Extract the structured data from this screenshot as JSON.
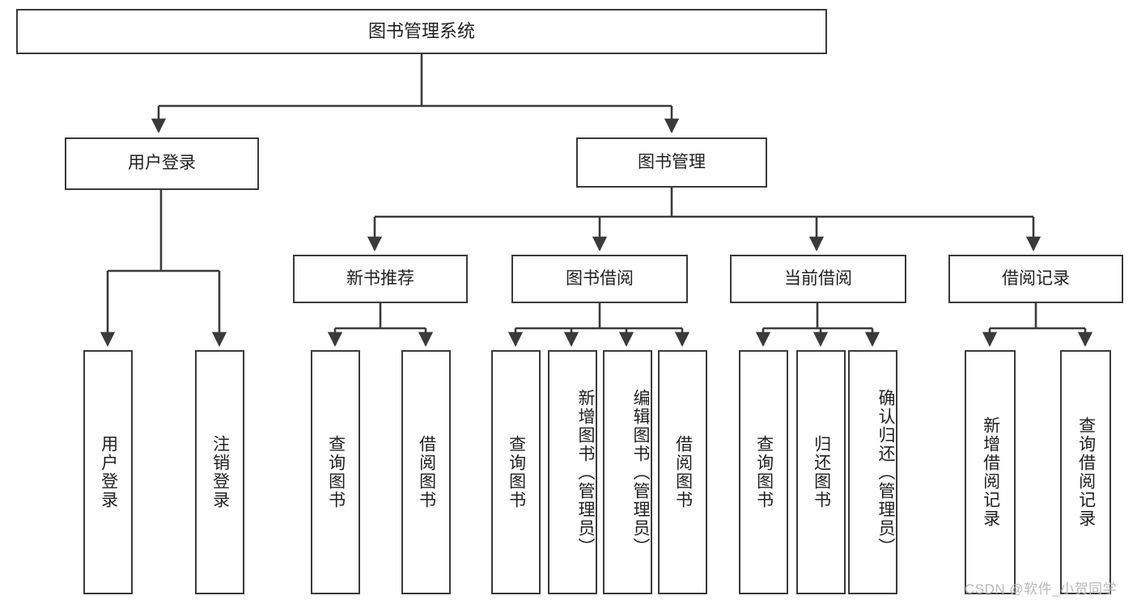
{
  "diagram": {
    "title": "图书管理系统",
    "type": "tree",
    "root": {
      "label": "图书管理系统"
    },
    "level1": [
      {
        "label": "用户登录"
      },
      {
        "label": "图书管理"
      }
    ],
    "level2": [
      {
        "label": "新书推荐"
      },
      {
        "label": "图书借阅"
      },
      {
        "label": "当前借阅"
      },
      {
        "label": "借阅记录"
      }
    ],
    "leaves": {
      "user_login": [
        {
          "label": "用户登录"
        },
        {
          "label": "注销登录"
        }
      ],
      "new_book_recommend": [
        {
          "label": "查询图书"
        },
        {
          "label": "借阅图书"
        }
      ],
      "book_borrow": [
        {
          "label": "查询图书"
        },
        {
          "label": "新增图书（管理员）"
        },
        {
          "label": "编辑图书（管理员）"
        },
        {
          "label": "借阅图书"
        }
      ],
      "current_borrow": [
        {
          "label": "查询图书"
        },
        {
          "label": "归还图书"
        },
        {
          "label": "确认归还（管理员）"
        }
      ],
      "borrow_record": [
        {
          "label": "新增借阅记录"
        },
        {
          "label": "查询借阅记录"
        }
      ]
    }
  },
  "watermark": {
    "text": "CSDN @软件_小贺同学"
  },
  "colors": {
    "background": "#ffffff",
    "stroke": "#3a3a3a",
    "text": "#1f1f1f",
    "watermark": "#b9b9b9"
  }
}
